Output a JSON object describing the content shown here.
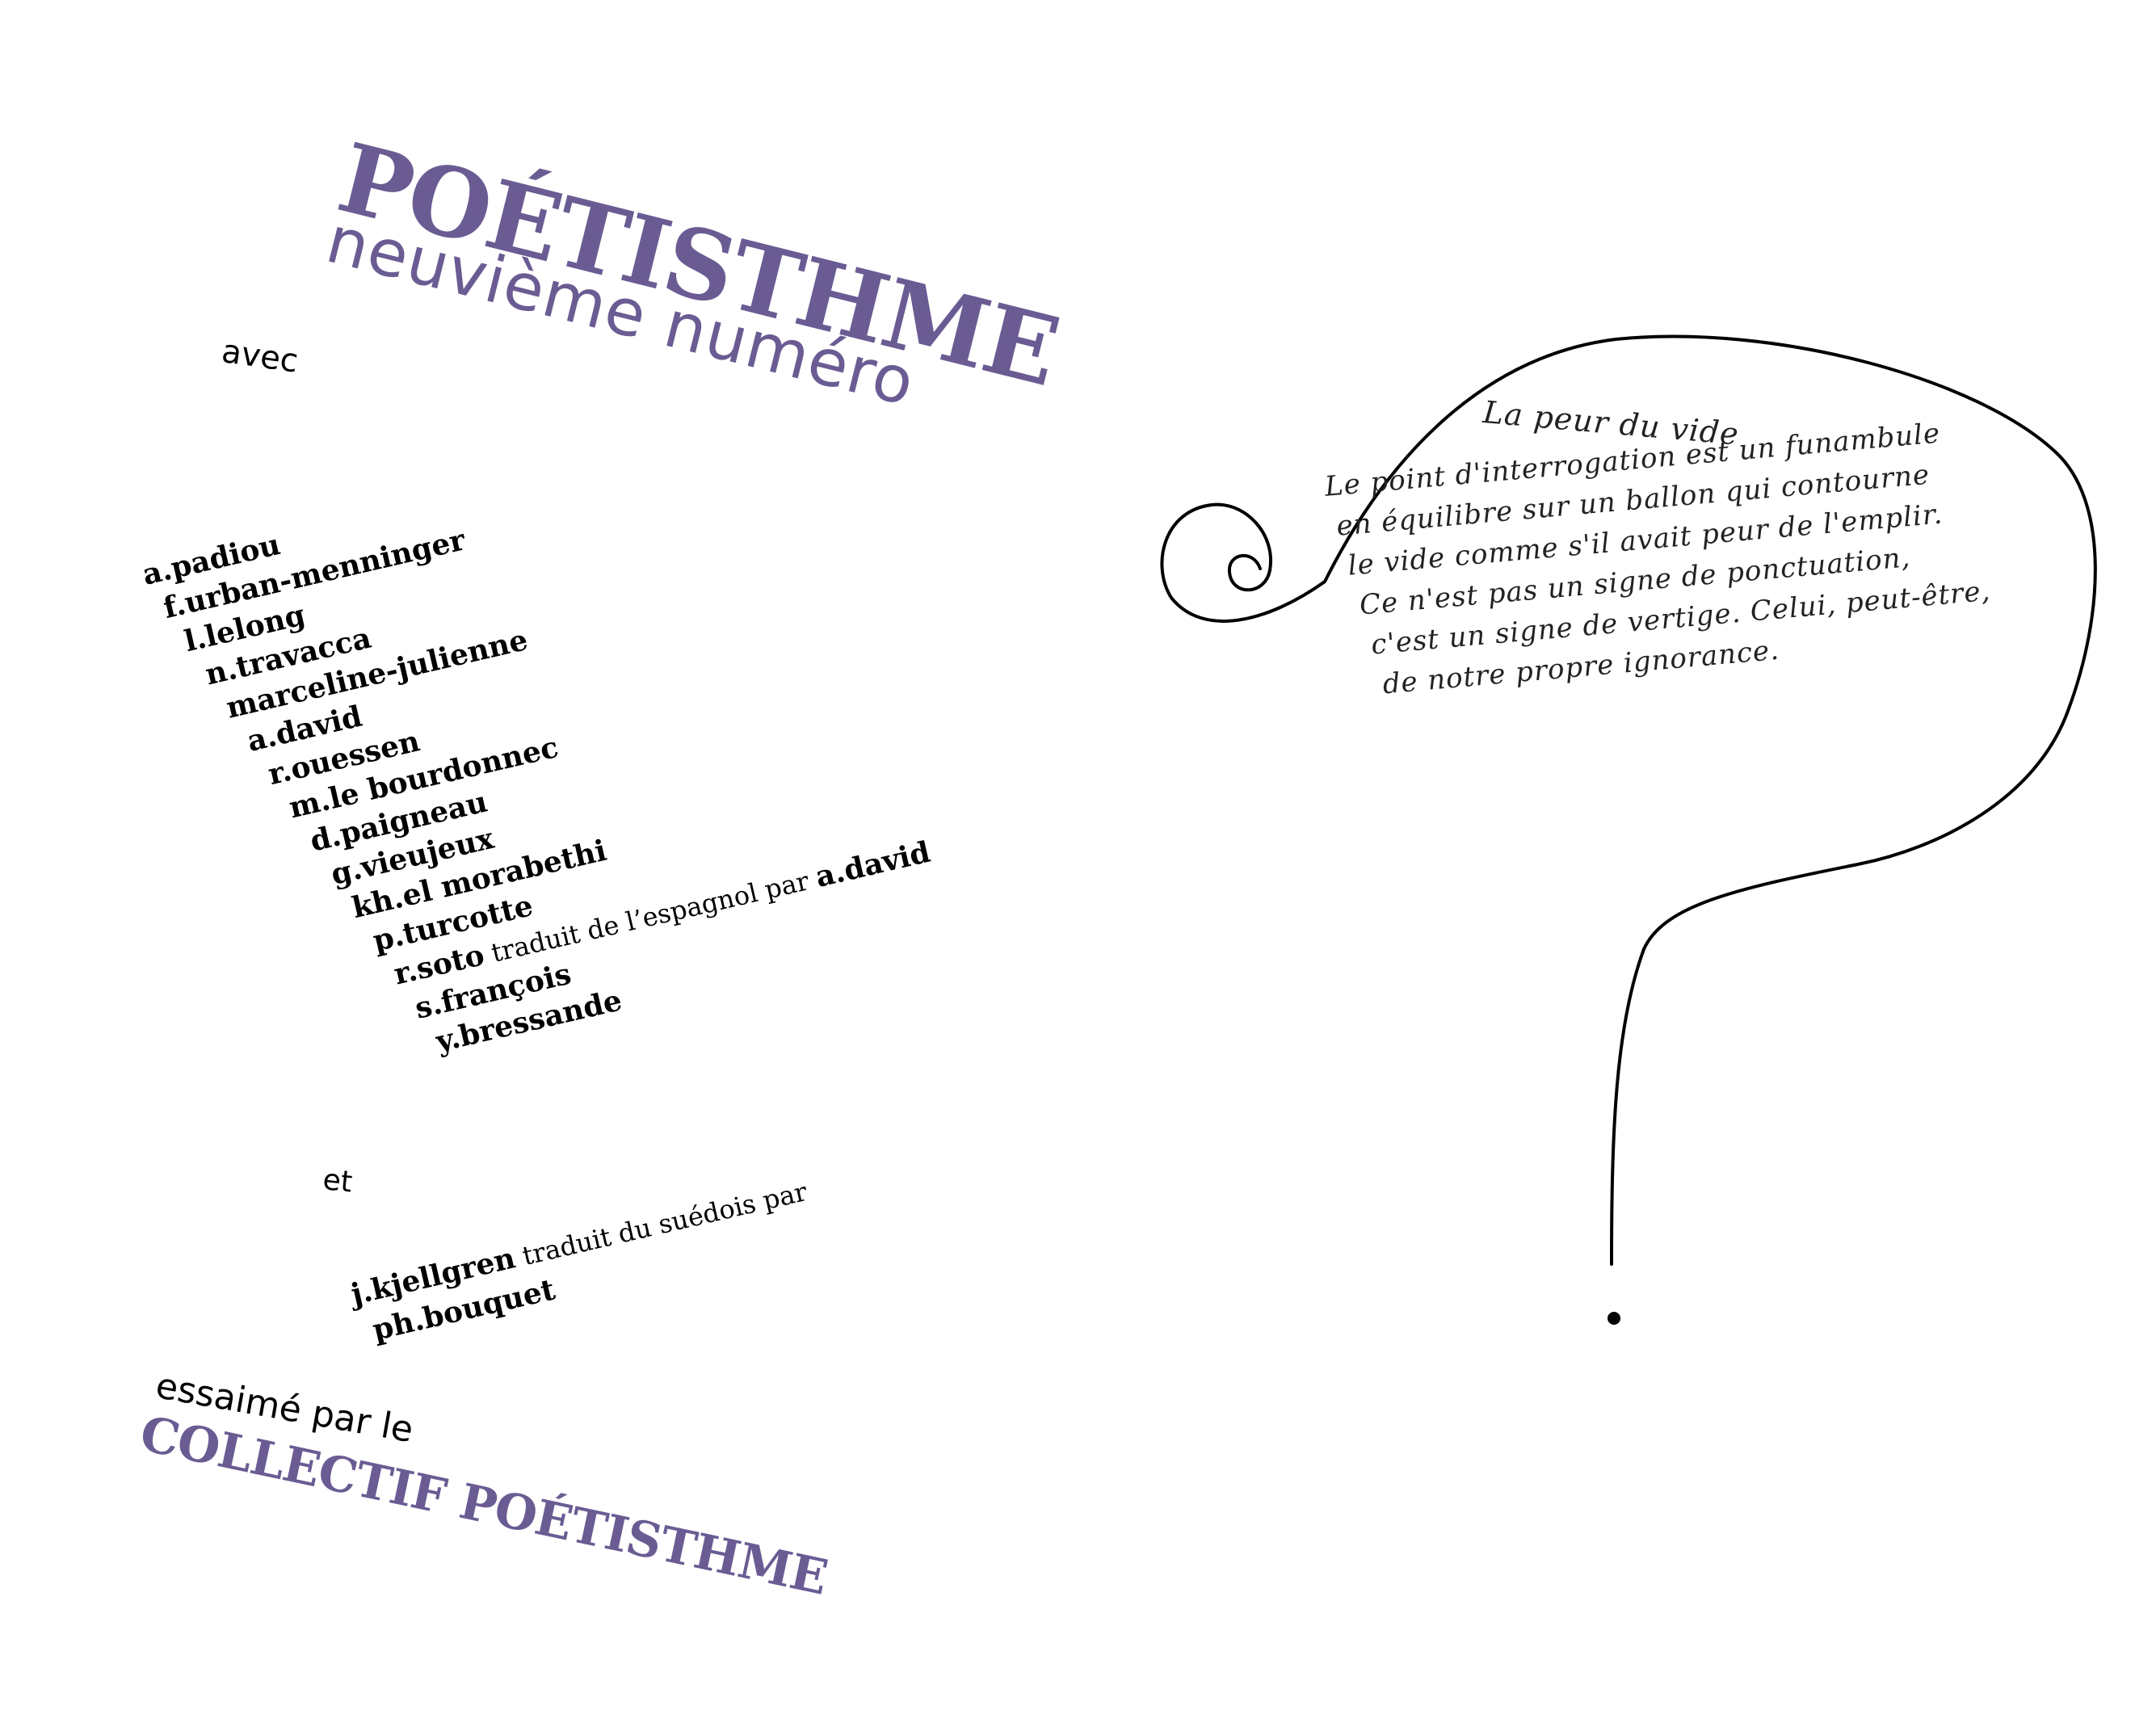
{
  "cover": {
    "title": "POÉTISTHME",
    "subtitle": "neuvième numéro",
    "avec": "avec",
    "contributors": [
      {
        "name": "a.padiou",
        "note": "",
        "translator": ""
      },
      {
        "name": "f.urban-menninger",
        "note": "",
        "translator": ""
      },
      {
        "name": "l.lelong",
        "note": "",
        "translator": ""
      },
      {
        "name": "n.travacca",
        "note": "",
        "translator": ""
      },
      {
        "name": "marceline-julienne",
        "note": "",
        "translator": ""
      },
      {
        "name": "a.david",
        "note": "",
        "translator": ""
      },
      {
        "name": "r.ouessen",
        "note": "",
        "translator": ""
      },
      {
        "name": "m.le bourdonnec",
        "note": "",
        "translator": ""
      },
      {
        "name": "d.paigneau",
        "note": "",
        "translator": ""
      },
      {
        "name": "g.vieujeux",
        "note": "",
        "translator": ""
      },
      {
        "name": "kh.el morabethi",
        "note": "",
        "translator": ""
      },
      {
        "name": "p.turcotte",
        "note": "",
        "translator": ""
      },
      {
        "name": "r.soto",
        "note": " traduit de l’espagnol par ",
        "translator": "a.david"
      },
      {
        "name": "s.françois",
        "note": "",
        "translator": ""
      },
      {
        "name": "y.bressande",
        "note": "",
        "translator": ""
      }
    ],
    "et": "et",
    "extra_contributors": [
      {
        "name": "j.kjellgren",
        "note": " traduit du suédois par"
      },
      {
        "name": "ph.bouquet",
        "note": ""
      }
    ],
    "essaime": "essaimé par le",
    "collectif": "COLLECTIF POÉTISTHME",
    "accent_color": "#6a5c93"
  },
  "poem": {
    "title": "La peur du vide",
    "lines": [
      "Le point d'interrogation est un funambule",
      "en équilibre sur un ballon qui contourne",
      "le vide comme s'il avait peur de l'emplir.",
      "Ce n'est pas un signe de ponctuation,",
      "c'est un signe de vertige. Celui, peut-être,",
      "de notre propre ignorance."
    ],
    "drawing": "question-mark-drawing"
  }
}
